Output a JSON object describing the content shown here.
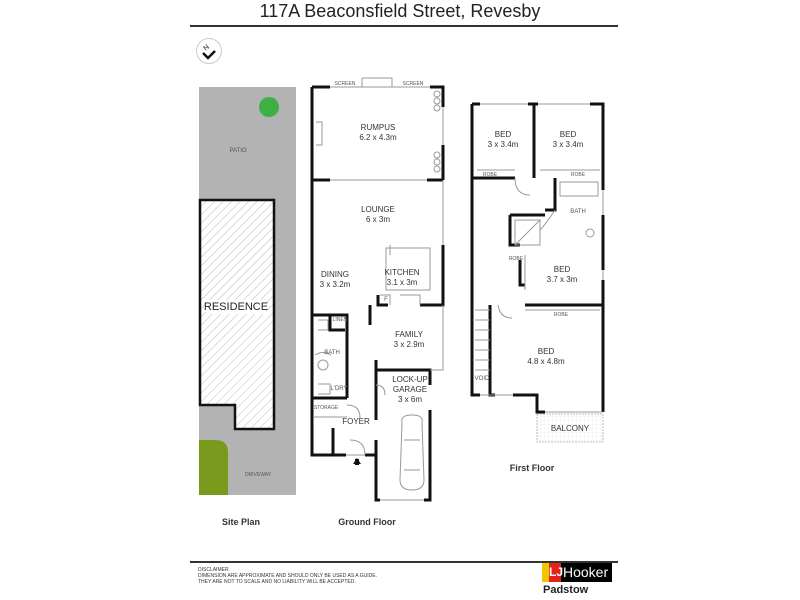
{
  "header": {
    "title": "117A Beaconsfield Street, Revesby"
  },
  "compass": {
    "label": "N",
    "icon": "north-arrow-icon"
  },
  "site_plan": {
    "caption": "Site Plan",
    "labels": {
      "patio": "PATIO",
      "residence": "RESIDENCE",
      "driveway": "DRIVEWAY"
    },
    "colors": {
      "ground": "#b3b3b3",
      "tree": "#3cb043",
      "lawn": "#7a9a1e"
    }
  },
  "ground_floor": {
    "caption": "Ground Floor",
    "rooms": {
      "rumpus": {
        "name": "RUMPUS",
        "size": "6.2 x 4.3m"
      },
      "lounge": {
        "name": "LOUNGE",
        "size": "6 x 3m"
      },
      "dining": {
        "name": "DINING",
        "size": "3 x 3.2m"
      },
      "kitchen": {
        "name": "KITCHEN",
        "size": "3.1 x 3m"
      },
      "family": {
        "name": "FAMILY",
        "size": "3 x 2.9m"
      },
      "garage": {
        "name": "LOCK-UP",
        "name2": "GARAGE",
        "size": "3 x 6m"
      },
      "foyer": {
        "name": "FOYER"
      },
      "bath": {
        "name": "BATH"
      },
      "laundry": {
        "name": "L'DRY"
      },
      "linen": {
        "name": "LINEN"
      },
      "storage": {
        "name": "STORAGE"
      },
      "fridge": {
        "name": "F"
      }
    },
    "annotations": {
      "screen_left": "SCREEN",
      "screen_right": "SCREEN"
    }
  },
  "first_floor": {
    "caption": "First Floor",
    "rooms": {
      "bed1": {
        "name": "BED",
        "size": "3 x 3.4m"
      },
      "bed2": {
        "name": "BED",
        "size": "3 x 3.4m"
      },
      "bath": {
        "name": "BATH"
      },
      "bed3": {
        "name": "BED",
        "size": "3.7 x 3m"
      },
      "bed4": {
        "name": "BED",
        "size": "4.8 x 4.8m"
      },
      "void": {
        "name": "VOID"
      },
      "balcony": {
        "name": "BALCONY"
      },
      "robe": "ROBE"
    }
  },
  "footer": {
    "disclaimer_title": "DISCLAIMER",
    "disclaimer_line1": "DIMENSION ARE APPROXIMATE AND SHOULD ONLY BE USED AS A  GUIDE.",
    "disclaimer_line2": "THEY ARE NOT TO SCALE AND NO LIABILITY WILL BE ACCEPTED.",
    "brand_mark": "LJ",
    "brand_name": "Hooker",
    "office": "Padstow",
    "brand_colors": {
      "yellow": "#f5c400",
      "red": "#e2231a",
      "black": "#000000"
    }
  }
}
